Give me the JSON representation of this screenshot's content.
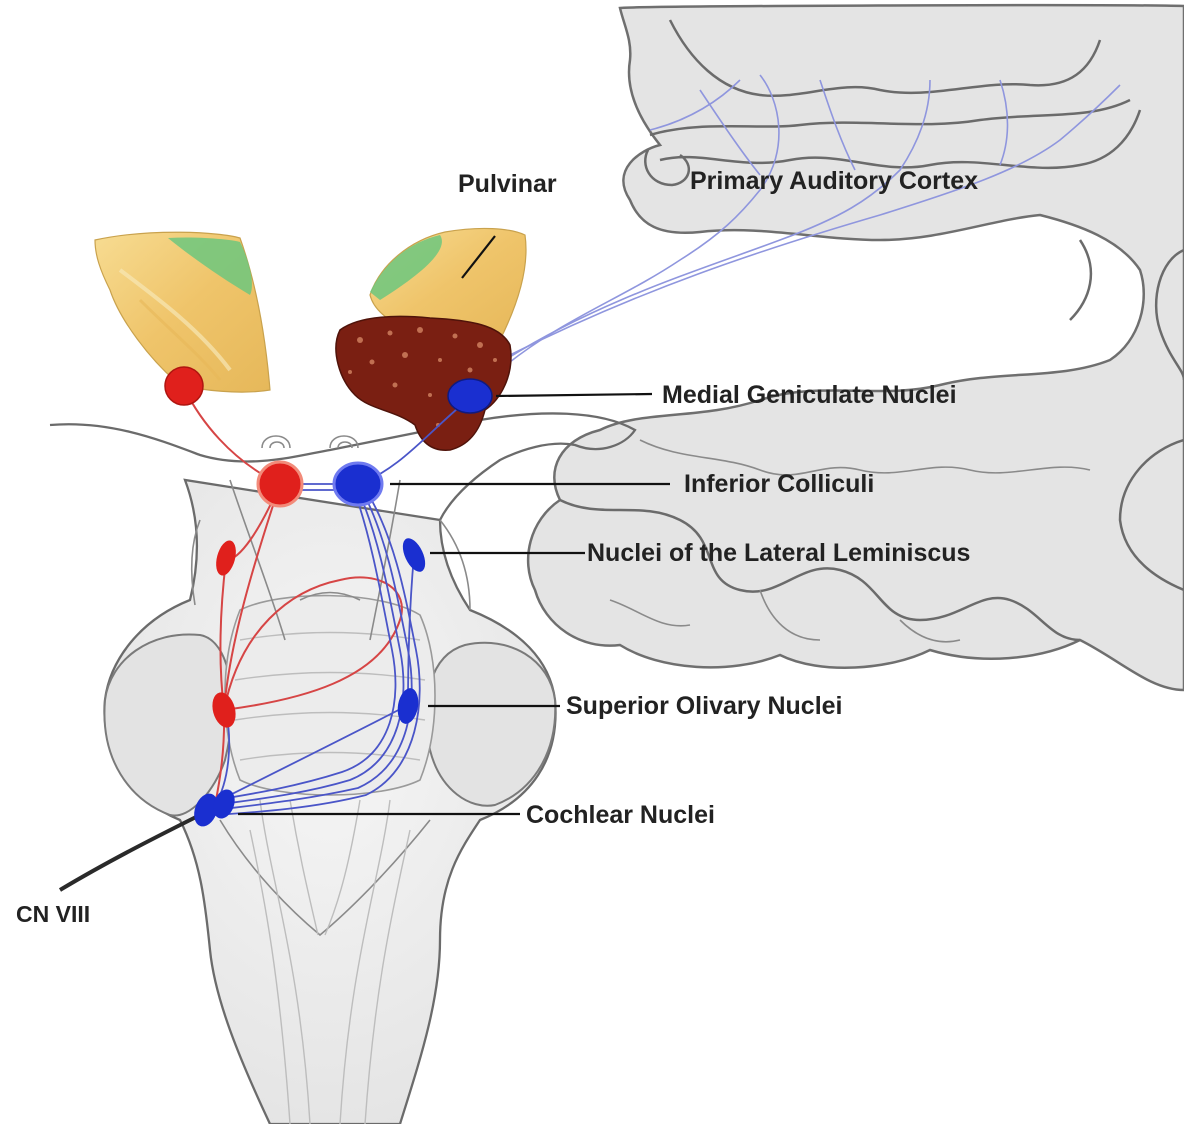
{
  "labels": {
    "pulvinar": "Pulvinar",
    "primary_auditory_cortex": "Primary Auditory Cortex",
    "medial_geniculate_nuclei": "Medial Geniculate Nuclei",
    "inferior_colliculi": "Inferior Colliculi",
    "nuclei_lateral_leminiscus": "Nuclei of the Lateral Leminiscus",
    "superior_olivary_nuclei": "Superior Olivary Nuclei",
    "cochlear_nuclei": "Cochlear Nuclei",
    "cn_viii": "CN VIII"
  },
  "colors": {
    "left_pathway": "#e0201c",
    "right_pathway": "#1a2fd0",
    "thalamus": "#f2c96b",
    "pulvinar_tissue": "#7a1f12",
    "green_region": "#6dc77e",
    "cortex_fill": "#e6e6e6",
    "brainstem_fill": "#eeeeee"
  }
}
